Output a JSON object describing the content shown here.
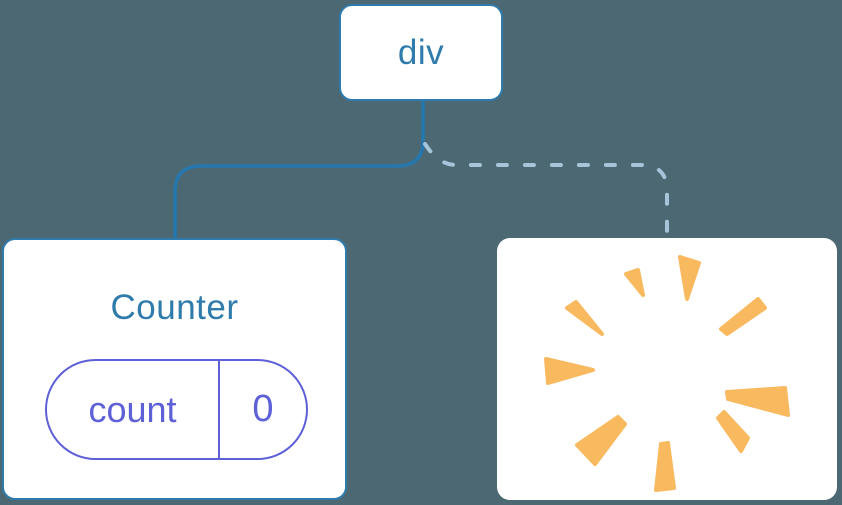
{
  "diagram": {
    "root": {
      "label": "div"
    },
    "counter": {
      "title": "Counter",
      "state": {
        "key": "count",
        "value": "0"
      },
      "connection": "solid"
    },
    "removed_child": {
      "icon": "poof-explosion-icon",
      "connection": "dashed"
    }
  },
  "colors": {
    "background": "#4C6872",
    "node_background": "#FFFFFF",
    "node_border_blue": "#2E7BAC",
    "node_text_blue": "#2E7BAC",
    "solid_connector": "#2577AE",
    "dashed_connector": "#A6C4DA",
    "state_purple": "#5E60D8",
    "poof_orange": "#F9B95F"
  }
}
